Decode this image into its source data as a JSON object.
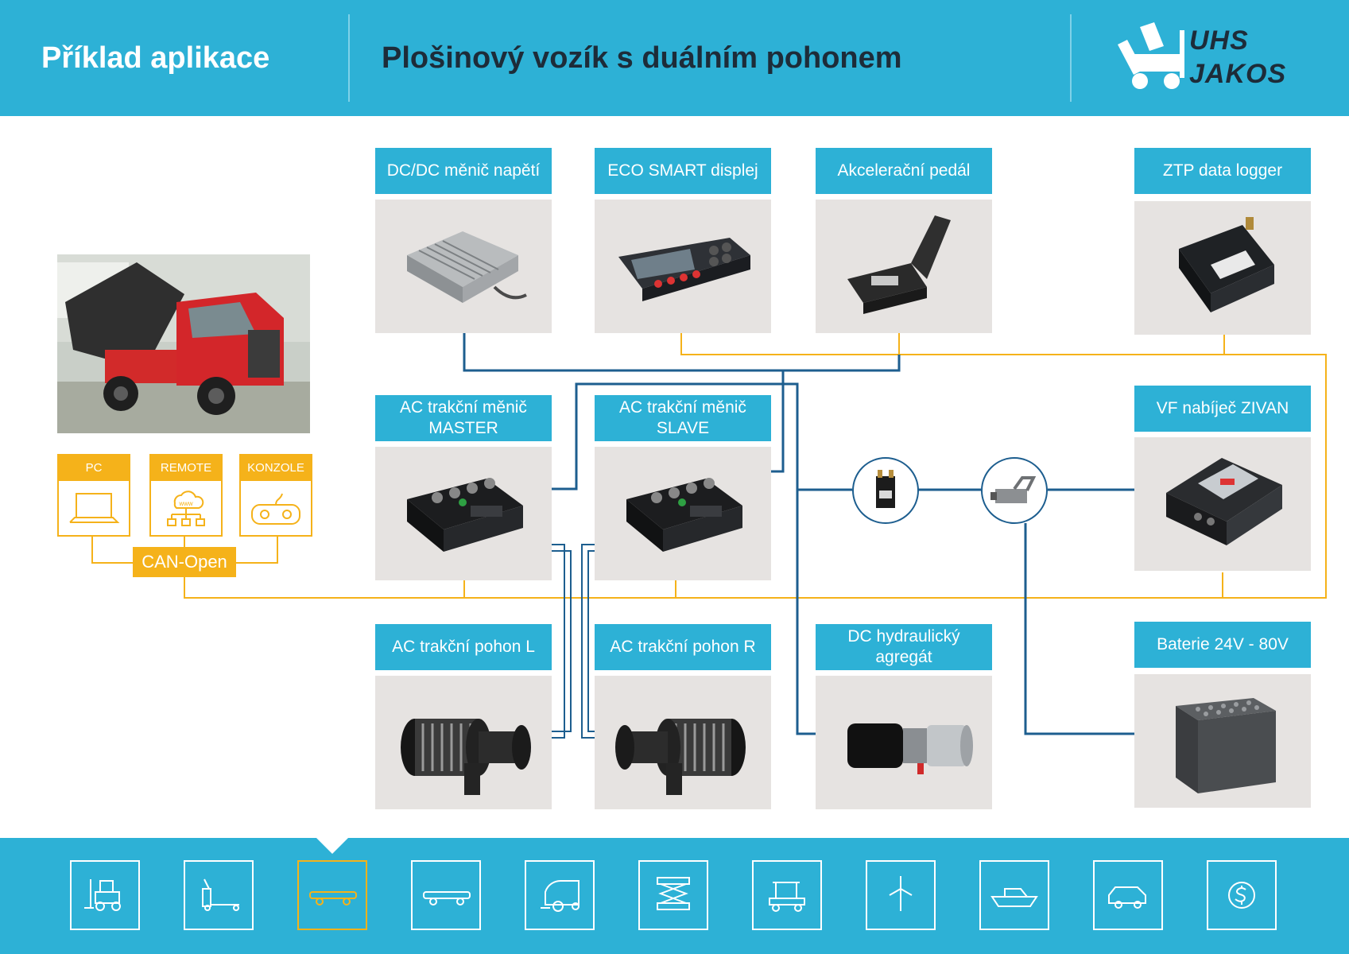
{
  "header": {
    "section_title": "Příklad aplikace",
    "page_title": "Plošinový vozík s duálním pohonem",
    "logo_line1": "UHS",
    "logo_line2": "JAKOS"
  },
  "components": {
    "dcdc": "DC/DC měnič napětí",
    "display": "ECO SMART displej",
    "pedal": "Akcelerační pedál",
    "logger": "ZTP data logger",
    "master_line1": "AC trakční měnič",
    "master_line2": "MASTER",
    "slave_line1": "AC trakční měnič",
    "slave_line2": "SLAVE",
    "charger": "VF nabíječ ZIVAN",
    "motor_l": "AC trakční pohon L",
    "motor_r": "AC trakční pohon R",
    "hydraulic_line1": "DC hydraulický",
    "hydraulic_line2": "agregát",
    "battery": "Baterie 24V - 80V"
  },
  "interfaces": {
    "pc": "PC",
    "remote": "REMOTE",
    "remote_icon_text": "www",
    "console": "KONZOLE",
    "bus": "CAN-Open"
  },
  "colors": {
    "accent": "#2db1d6",
    "can_bus": "#f5b21a",
    "power": "#1d5e8f",
    "text_dark": "#1d2c39"
  },
  "footer": {
    "active_index": 2,
    "icons": [
      "forklift-icon",
      "pallet-truck-icon",
      "platform-truck-icon",
      "flatbed-icon",
      "sweeper-icon",
      "scissor-lift-icon",
      "golf-cart-icon",
      "wind-turbine-icon",
      "boat-icon",
      "car-icon",
      "currency-icon"
    ]
  }
}
